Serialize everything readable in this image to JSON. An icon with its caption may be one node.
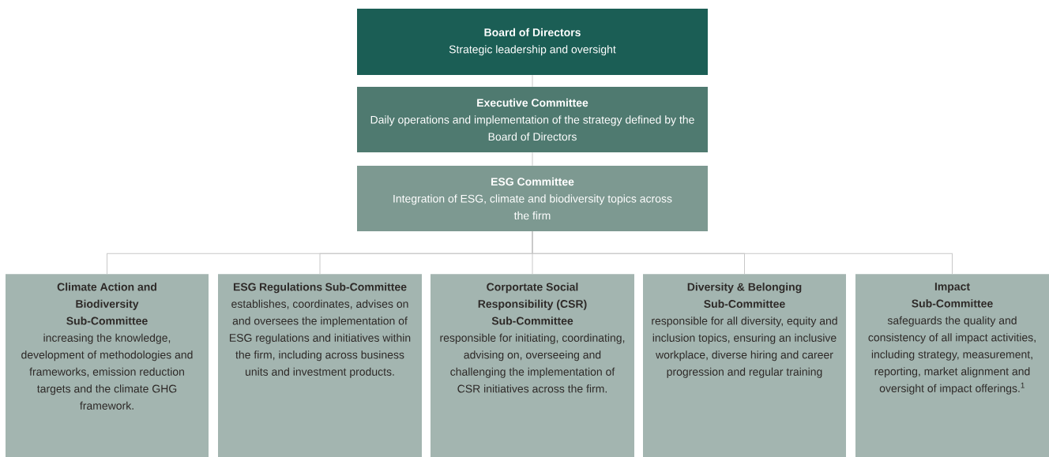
{
  "diagram": {
    "nodes": [
      {
        "text": [
          "Board of Directors",
          "Strategic leadership and oversight"
        ]
      },
      {
        "text": [
          "Executive Committee",
          "Daily operations and implementation of the strategy defined by the Board of Directors"
        ]
      },
      {
        "text": [
          "ESG Committee",
          "Integration of ESG, climate and biodiversity topics across the firm"
        ]
      },
      {
        "text": [
          "Climate Action and Biodiversity Sub-Committee",
          "increasing the knowledge, development of methodologies and frameworks, emission reduction targets and the climate GHG framework."
        ]
      },
      {
        "text": [
          "ESG Regulations Sub-Committee",
          "establishes, coordinates, advises on and oversees the implementation of ESG regulations and initiatives within the firm, including across business units and investment products."
        ]
      },
      {
        "text": [
          "Corportate Social Responsibility (CSR) Sub-Committee",
          "responsible for initiating, coordinating, advising on, overseeing and challenging the implementation of CSR initiatives across the firm."
        ]
      },
      {
        "text": [
          "Diversity & Belonging Sub-Committee",
          "responsible for all diversity, equity and inclusion topics, ensuring an inclusive workplace, diverse hiring and career progression and regular training"
        ]
      },
      {
        "text": [
          "Impact Sub-Committee",
          "safeguards the quality and consistency of all impact activities, including strategy, measurement, reporting, market alignment and oversight of impact offerings.$^{1}$"
        ]
      }
    ],
    "edges": [
      {
        "from": 0,
        "to": 1,
        "arrow": "none"
      },
      {
        "from": 1,
        "to": 2,
        "arrow": "none"
      },
      {
        "from": 2,
        "to": 3,
        "arrow": "none"
      },
      {
        "from": 2,
        "to": 4,
        "arrow": "none"
      },
      {
        "from": 2,
        "to": 5,
        "arrow": "none"
      },
      {
        "from": 2,
        "to": 6,
        "arrow": "none"
      },
      {
        "from": 2,
        "to": 7,
        "arrow": "none"
      }
    ]
  }
}
